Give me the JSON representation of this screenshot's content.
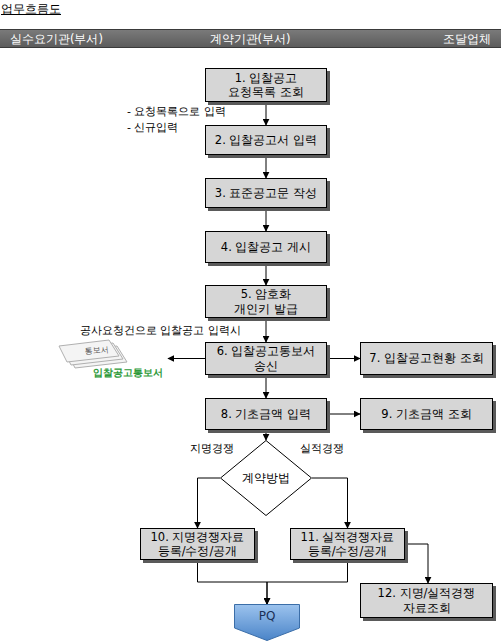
{
  "diagram": {
    "title": "업무흐름도",
    "nodes": [
      {
        "text": [
          "실수요기관(부서)",
          "계약기관(부서)",
          "조달업체"
        ]
      },
      {
        "text": [
          "1. 입찰공고 요청목록 조회"
        ]
      },
      {
        "text": [
          "2. 입찰공고서 입력"
        ]
      },
      {
        "text": [
          "3. 표준공고문 작성"
        ]
      },
      {
        "text": [
          "4. 입찰공고 게시"
        ]
      },
      {
        "text": [
          "5. 암호화 개인키 발급"
        ]
      },
      {
        "text": [
          "6. 입찰공고통보서 송신"
        ]
      },
      {
        "text": [
          "통보서",
          "입찰공고통보서"
        ]
      },
      {
        "text": [
          "7. 입찰공고현황 조회"
        ]
      },
      {
        "text": [
          "8. 기초금액 입력"
        ]
      },
      {
        "text": [
          "9. 기초금액 조회"
        ]
      },
      {
        "text": [
          "계약방법"
        ]
      },
      {
        "text": [
          "10. 지명경쟁자료 등록/수정/공개"
        ]
      },
      {
        "text": [
          "11. 실적경쟁자료 등록/수정/공개"
        ]
      },
      {
        "text": [
          "12. 지명/실적경쟁 자료조회"
        ]
      },
      {
        "text": [
          "PQ"
        ]
      }
    ],
    "edges": [
      {
        "from": 1,
        "to": 2,
        "arrow": "to"
      },
      {
        "from": 2,
        "to": 3,
        "arrow": "to"
      },
      {
        "from": 3,
        "to": 4,
        "arrow": "to"
      },
      {
        "from": 4,
        "to": 5,
        "arrow": "to"
      },
      {
        "from": 5,
        "to": 6,
        "arrow": "to"
      },
      {
        "from": 6,
        "to": 7,
        "arrow": "to"
      },
      {
        "from": 6,
        "to": 8,
        "arrow": "to"
      },
      {
        "from": 6,
        "to": 9,
        "arrow": "to"
      },
      {
        "from": 9,
        "to": 10,
        "arrow": "to"
      },
      {
        "from": 9,
        "to": 11,
        "arrow": "to"
      },
      {
        "from": 11,
        "to": 12,
        "label": "지명경쟁",
        "arrow": "to"
      },
      {
        "from": 11,
        "to": 13,
        "label": "실적경쟁",
        "arrow": "to"
      },
      {
        "from": 12,
        "to": 15,
        "arrow": "to"
      },
      {
        "from": 13,
        "to": 15,
        "arrow": "to"
      },
      {
        "from": 13,
        "to": 14,
        "arrow": "to"
      }
    ],
    "labels": [
      "- 요청목록으로 입력",
      "- 신규입력",
      "공사요청건으로 입찰공고 입력시"
    ]
  }
}
